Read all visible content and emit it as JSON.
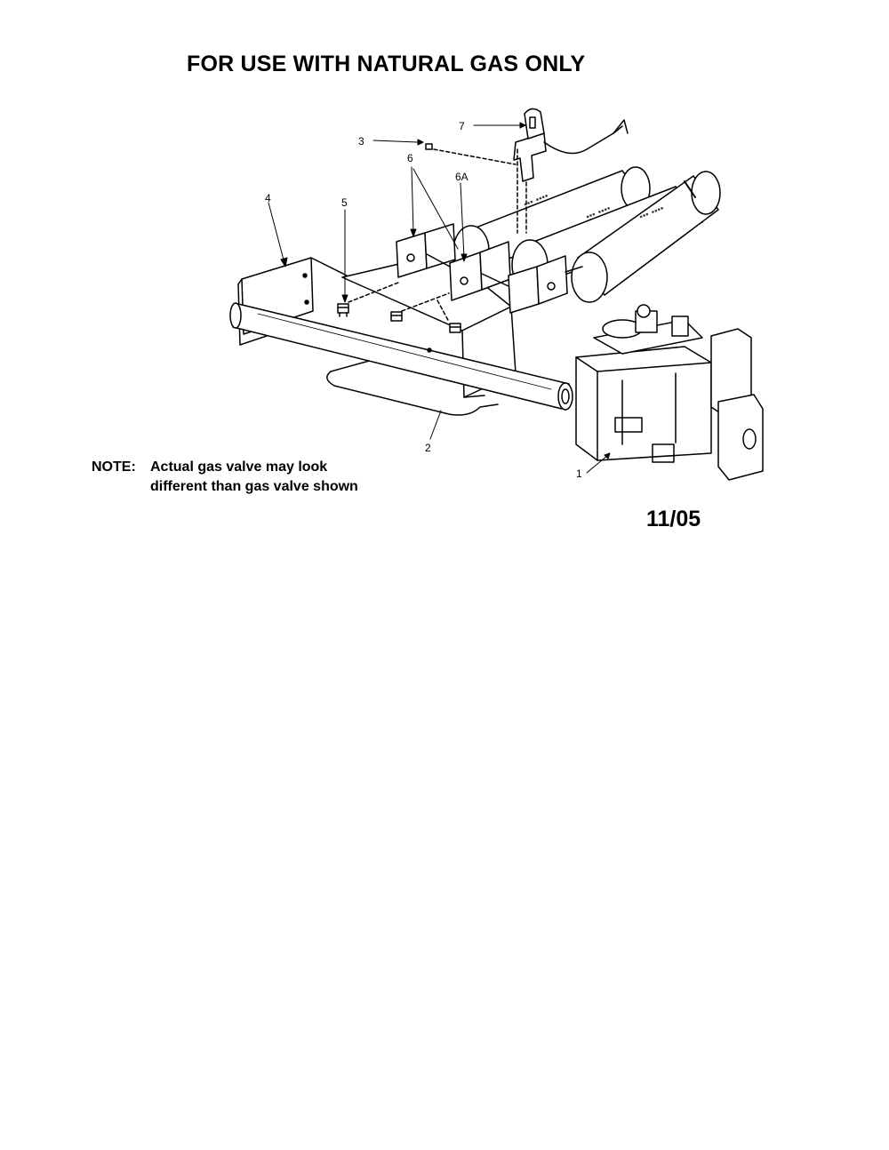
{
  "title": "FOR USE WITH NATURAL GAS ONLY",
  "note": {
    "label": "NOTE:",
    "line1": "Actual gas valve may look",
    "line2": "different than gas valve shown"
  },
  "date": "11/05",
  "callouts": {
    "c1": "1",
    "c2": "2",
    "c3": "3",
    "c4": "4",
    "c5": "5",
    "c6": "6",
    "c6a": "6A",
    "c7": "7"
  },
  "icons": [
    "gas-valve-drawing",
    "burner-tubes-drawing",
    "manifold-pipe-drawing",
    "pilot-assembly-drawing"
  ]
}
